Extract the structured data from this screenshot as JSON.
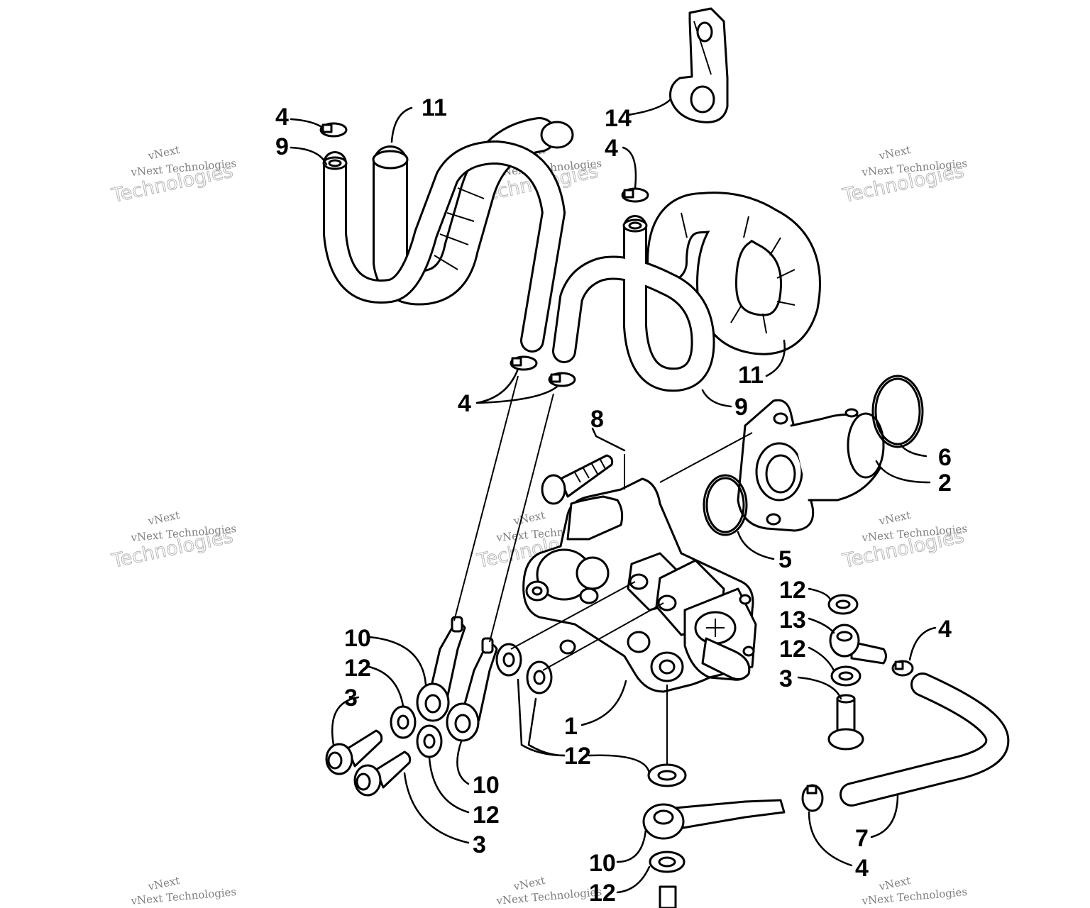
{
  "watermark": {
    "line1": "vNext",
    "line2": "vNext Technologies",
    "line3": "Technologies"
  },
  "callouts": [
    {
      "id": "c14",
      "text": "14"
    },
    {
      "id": "c4a",
      "text": "4"
    },
    {
      "id": "c11a",
      "text": "11"
    },
    {
      "id": "c9a",
      "text": "9"
    },
    {
      "id": "c4b",
      "text": "4"
    },
    {
      "id": "c11b",
      "text": "11"
    },
    {
      "id": "c4c",
      "text": "4"
    },
    {
      "id": "c9b",
      "text": "9"
    },
    {
      "id": "c8",
      "text": "8"
    },
    {
      "id": "c6",
      "text": "6"
    },
    {
      "id": "c2",
      "text": "2"
    },
    {
      "id": "c5",
      "text": "5"
    },
    {
      "id": "c12a",
      "text": "12"
    },
    {
      "id": "c13",
      "text": "13"
    },
    {
      "id": "c4d",
      "text": "4"
    },
    {
      "id": "c12b",
      "text": "12"
    },
    {
      "id": "c3a",
      "text": "3"
    },
    {
      "id": "c10a",
      "text": "10"
    },
    {
      "id": "c12c",
      "text": "12"
    },
    {
      "id": "c3b",
      "text": "3"
    },
    {
      "id": "c1",
      "text": "1"
    },
    {
      "id": "c12d",
      "text": "12"
    },
    {
      "id": "c10b",
      "text": "10"
    },
    {
      "id": "c12e",
      "text": "12"
    },
    {
      "id": "c3c",
      "text": "3"
    },
    {
      "id": "c7",
      "text": "7"
    },
    {
      "id": "c10c",
      "text": "10"
    },
    {
      "id": "c4e",
      "text": "4"
    },
    {
      "id": "c12f",
      "text": "12"
    }
  ]
}
